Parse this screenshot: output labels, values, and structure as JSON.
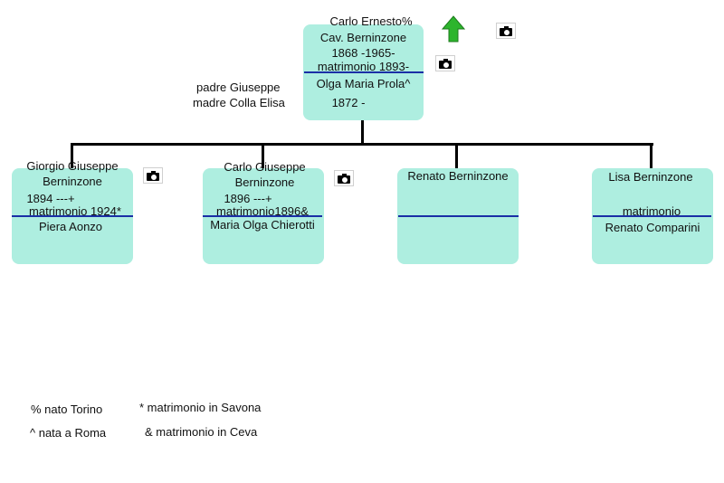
{
  "root": {
    "line1": "Carlo Ernesto%",
    "line2": "Cav. Berninzone",
    "line3": "1868 -1965-",
    "line4": "matrimonio 1893-",
    "spouse": "Olga Maria Prola^",
    "spouse_years": "1872 -"
  },
  "parents": {
    "father": "padre Giuseppe",
    "mother": "madre Colla Elisa"
  },
  "children": [
    {
      "line1": "Giorgio Giuseppe",
      "line2": "Berninzone",
      "line3": "1894 ---+",
      "line4": "matrimonio 1924*",
      "spouse": "Piera Aonzo"
    },
    {
      "line1": "Carlo Giuseppe",
      "line2": "Berninzone",
      "line3": "1896 ---+",
      "line4": "matrimonio1896&",
      "spouse": "Maria Olga Chierotti"
    },
    {
      "line1": "Renato Berninzone",
      "line2": "",
      "line3": "",
      "line4": "",
      "spouse": ""
    },
    {
      "line1": "Lisa Berninzone",
      "line2": "",
      "line3": "matrimonio",
      "line4": "",
      "spouse": "Renato Comparini"
    }
  ],
  "legend": {
    "born_turin": "% nato Torino",
    "born_rome": "^ nata a Roma",
    "married_savona": "* matrimonio in Savona",
    "married_ceva": "& matrimonio in Ceva"
  },
  "icons": {
    "up": "green-up-arrow-icon",
    "photo": "camera-icon"
  },
  "colors": {
    "box": "#aeeee0",
    "rule": "#1a2fa6",
    "arrow": "#2db52d"
  }
}
